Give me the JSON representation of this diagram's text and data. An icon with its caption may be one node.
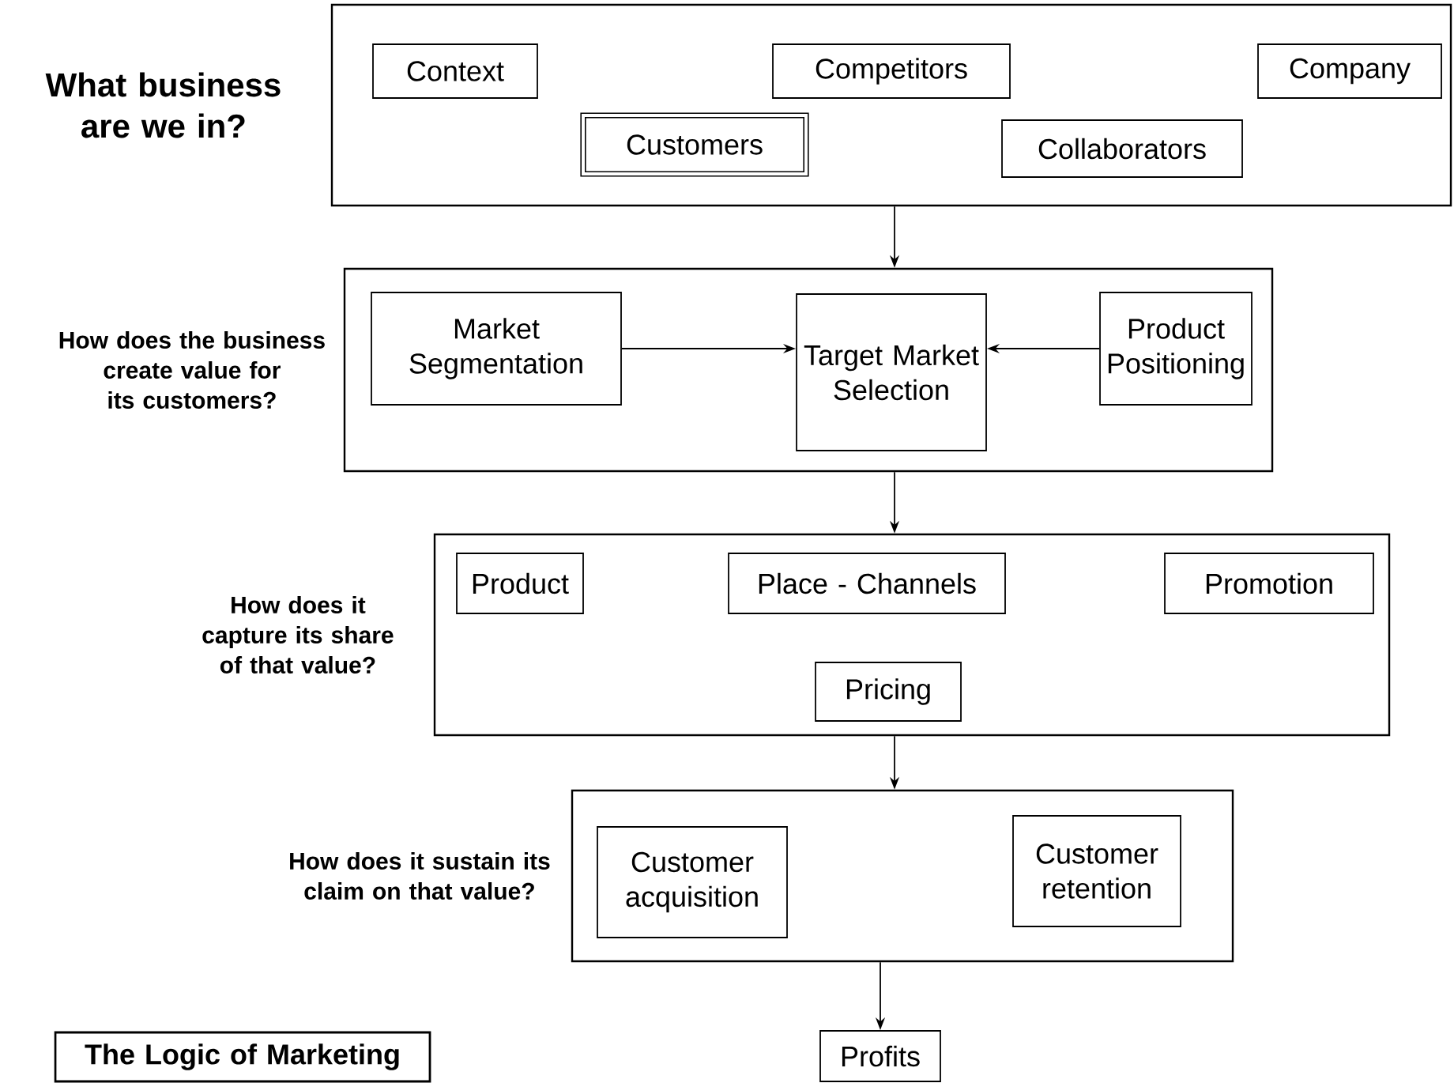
{
  "diagram": {
    "nodes": [
      {
        "text": [
          "What business are we in?"
        ]
      },
      {
        "text": [
          "Context"
        ],
        "in": 0
      },
      {
        "text": [
          "Competitors"
        ],
        "in": 0
      },
      {
        "text": [
          "Company"
        ],
        "in": 0
      },
      {
        "text": [
          "Customers"
        ],
        "in": 0
      },
      {
        "text": [
          "Collaborators"
        ],
        "in": 0
      },
      {
        "text": [
          "How does the business create value for its customers?"
        ]
      },
      {
        "text": [
          "Market Segmentation"
        ],
        "in": 6
      },
      {
        "text": [
          "Target Market Selection"
        ],
        "in": 6
      },
      {
        "text": [
          "Product Positioning"
        ],
        "in": 6
      },
      {
        "text": [
          "How does it capture its share of that value?"
        ]
      },
      {
        "text": [
          "Product"
        ],
        "in": 10
      },
      {
        "text": [
          "Place - Channels"
        ],
        "in": 10
      },
      {
        "text": [
          "Promotion"
        ],
        "in": 10
      },
      {
        "text": [
          "Pricing"
        ],
        "in": 10
      },
      {
        "text": [
          "How does it sustain its claim on that value?"
        ]
      },
      {
        "text": [
          "Customer acquisition"
        ],
        "in": 15
      },
      {
        "text": [
          "Customer retention"
        ],
        "in": 15
      },
      {
        "text": [
          "Profits"
        ]
      },
      {
        "text": [
          "The Logic of Marketing"
        ]
      }
    ],
    "edges": [
      {
        "from": 0,
        "to": 6,
        "arrow": "to"
      },
      {
        "from": 7,
        "to": 8,
        "arrow": "to"
      },
      {
        "from": 9,
        "to": 8,
        "arrow": "to"
      },
      {
        "from": 6,
        "to": 10,
        "arrow": "to"
      },
      {
        "from": 10,
        "to": 15,
        "arrow": "to"
      },
      {
        "from": 15,
        "to": 18,
        "arrow": "to"
      }
    ]
  }
}
